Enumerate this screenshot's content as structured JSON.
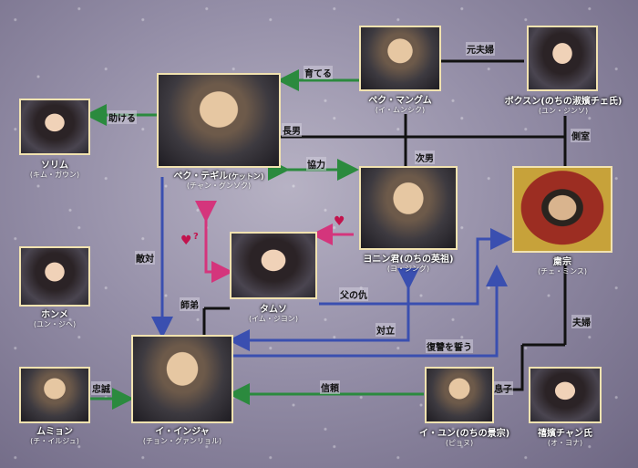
{
  "characters": {
    "paek_manggum": {
      "name": "ペク・マングム",
      "actor": "(イ・ムンシク)"
    },
    "boksun": {
      "name": "ボクスン(のちの淑嬪チェ氏)",
      "actor": "(ユン・ジンソ)"
    },
    "paek_tegil": {
      "name": "ペク・テギル",
      "name_note": "(ケットン)",
      "actor": "(チャン・グンソク)"
    },
    "sorim": {
      "name": "ソリム",
      "actor": "(キム・ガウン)"
    },
    "yeoning": {
      "name": "ヨニン君(のちの英祖)",
      "actor": "(ヨ・ジング)"
    },
    "sukjong": {
      "name": "粛宗",
      "actor": "(チェ・ミンス)"
    },
    "homme": {
      "name": "ホンメ",
      "actor": "(ユン・ジヘ)"
    },
    "tamso": {
      "name": "タムソ",
      "actor": "(イム・ジヨン)"
    },
    "muryeong": {
      "name": "ムミョン",
      "actor": "(チ・イルジュ)"
    },
    "lee_inja": {
      "name": "イ・インジャ",
      "actor": "(チョン・グァンリョル)"
    },
    "lee_yun": {
      "name": "イ・ユン(のちの景宗)",
      "actor": "(ピョヌ)"
    },
    "janghuibin": {
      "name": "禧嬪チャン氏",
      "actor": "(オ・ヨナ)"
    }
  },
  "relations": {
    "ex_couple": "元夫婦",
    "raise": "育てる",
    "help": "助ける",
    "eldest": "長男",
    "concubine": "側室",
    "cooperate": "協力",
    "second_son": "次男",
    "enemy": "敵対",
    "question_mark": "?",
    "disciple": "師弟",
    "father_enemy": "父の仇",
    "oppose": "対立",
    "couple": "夫婦",
    "revenge": "復讐を誓う",
    "loyalty": "忠誠",
    "trust": "信頼",
    "son": "息子"
  },
  "colors": {
    "green": "#2b8a3e",
    "blue": "#3a4fb0",
    "pink": "#d4357c",
    "black": "#111111"
  }
}
